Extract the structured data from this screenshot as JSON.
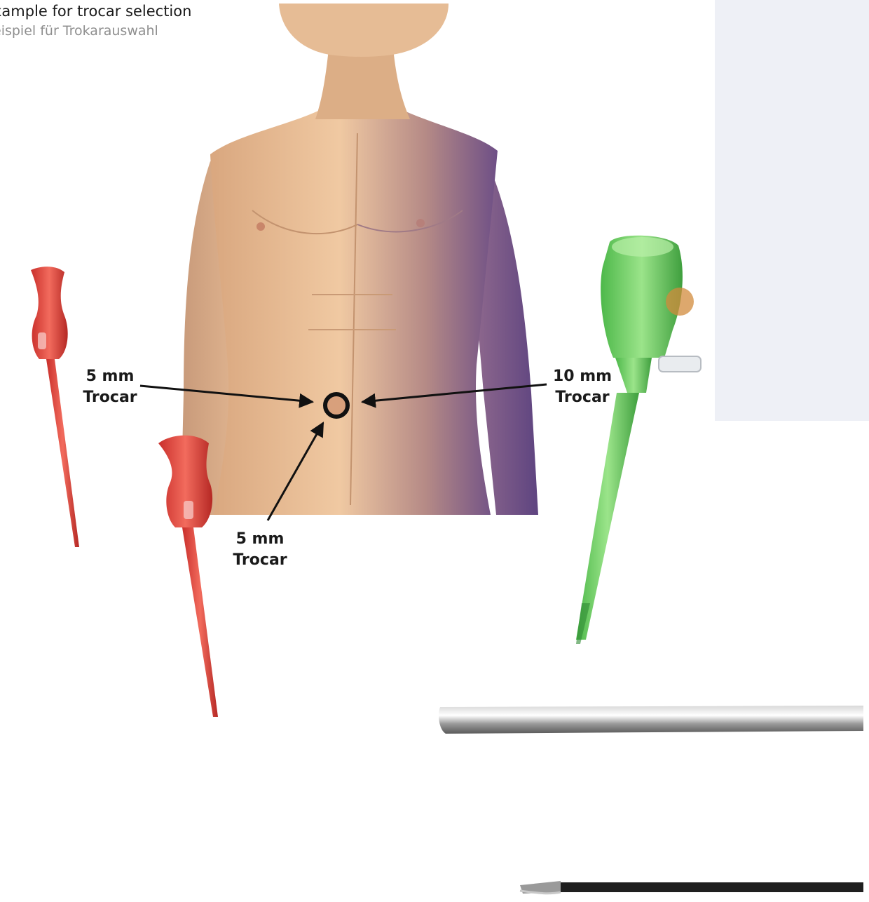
{
  "caption": {
    "english": "xample for trocar selection",
    "german": "eispiel für Trokarauswahl"
  },
  "labels": {
    "left": {
      "size": "5 mm",
      "name": "Trocar"
    },
    "right": {
      "size": "10 mm",
      "name": "Trocar"
    },
    "bottom": {
      "size": "5 mm",
      "name": "Trocar"
    }
  },
  "colors": {
    "skin": "#e8bf97",
    "skin_shadow": "#7a5a8e",
    "red_trocar": "#e0473f",
    "green_trocar": "#6fcf5f",
    "panel": "#eef0f6",
    "arrow": "#111111"
  },
  "icons": [
    "human-torso-illustration",
    "red-trocar-icon",
    "green-trocar-icon",
    "scope-shaft-icon",
    "grasper-instrument-icon",
    "incision-marker-icon"
  ]
}
